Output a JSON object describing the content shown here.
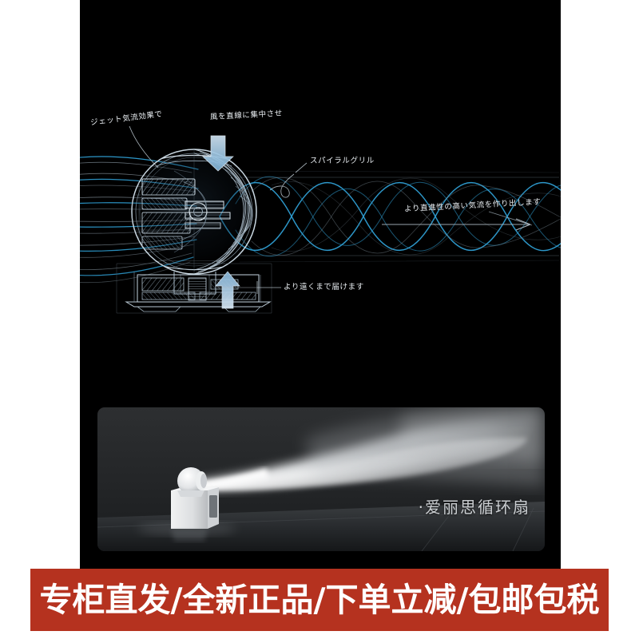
{
  "page": {
    "background_color": "#ffffff",
    "canvas_color": "#000000",
    "accent_cyan": "#2f9fd4",
    "banner_color": "#b5321f"
  },
  "diagram": {
    "title_alt": "jet-airflow-cutaway-diagram",
    "labels": [
      {
        "id": "jet-stream-effect",
        "text": "ジェット気流効果で"
      },
      {
        "id": "focus-wind-straight",
        "text": "風を直線に集中させ"
      },
      {
        "id": "spiral-grill",
        "text": "スパイラルグリル"
      },
      {
        "id": "straighter-airflow",
        "text": "より直進性の高い気流を作り出します"
      },
      {
        "id": "reaches-farther",
        "text": "より遠くまで届けます"
      }
    ],
    "arrows": [
      {
        "id": "intake-arrow-down",
        "direction": "down"
      },
      {
        "id": "base-arrow-up",
        "direction": "up"
      },
      {
        "id": "airflow-arrow-right",
        "direction": "right"
      }
    ]
  },
  "photo": {
    "alt": "smoke-visualization-of-fan-airflow",
    "watermark": "·爱丽思循环扇"
  },
  "banner": {
    "text": "专柜直发/全新正品/下单立减/包邮包税"
  }
}
